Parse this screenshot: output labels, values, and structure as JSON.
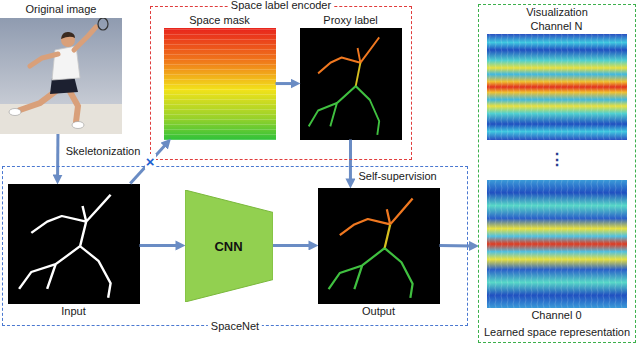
{
  "diagram": {
    "nodes": [
      {
        "text": [
          "Original image"
        ]
      },
      {
        "text": [
          "Space label encoder"
        ]
      },
      {
        "text": [
          "Space mask"
        ],
        "in": 1
      },
      {
        "text": [
          "Proxy label"
        ],
        "in": 1
      },
      {
        "text": [
          "Visualization",
          "Learned space representation"
        ]
      },
      {
        "text": [
          "Channel N"
        ],
        "in": 4
      },
      {
        "text": [
          "Channel 0"
        ],
        "in": 4
      },
      {
        "text": [
          "SpaceNet"
        ]
      },
      {
        "text": [
          "Input"
        ],
        "in": 7
      },
      {
        "text": [
          "CNN"
        ],
        "in": 7
      },
      {
        "text": [
          "Output"
        ],
        "in": 7
      }
    ],
    "edges": [
      {
        "from": 0,
        "to": 8,
        "label": "Skeletonization",
        "arrow": "to"
      },
      {
        "from": 8,
        "to": 2,
        "label": "×",
        "arrow": "to"
      },
      {
        "from": 2,
        "to": 3,
        "arrow": "to"
      },
      {
        "from": 3,
        "to": 10,
        "label": "Self-supervision",
        "arrow": "to"
      },
      {
        "from": 8,
        "to": 9,
        "arrow": "to"
      },
      {
        "from": 9,
        "to": 10,
        "arrow": "to"
      },
      {
        "from": 10,
        "to": 4,
        "arrow": "to"
      }
    ],
    "labels": [
      "⋮"
    ]
  }
}
